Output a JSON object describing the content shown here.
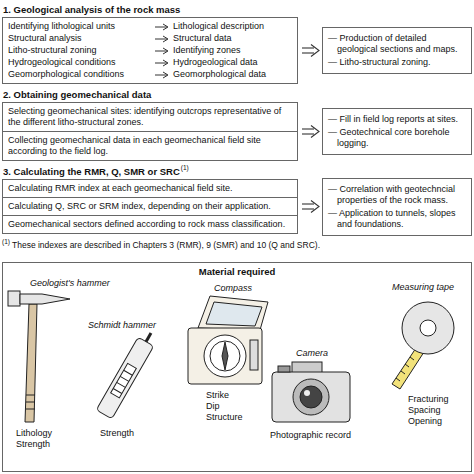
{
  "diagram": {
    "nodes": [
      {
        "text": [
          "1. Geological analysis of the rock mass",
          "Identifying lithological units",
          "Lithological description",
          "Structural analysis",
          "Structural data",
          "Litho-structural zoning",
          "Identifying zones",
          "Hydrogeological conditions",
          "Hydrogeological data",
          "Geomorphological conditions",
          "Geomorphological data"
        ]
      },
      {
        "text": [
          "— Production of detailed geological sections and maps.",
          "— Litho-structural zoning."
        ]
      },
      {
        "text": [
          "2. Obtaining geomechanical data"
        ]
      },
      {
        "text": [
          "Selecting geomechanical sites: identifying outcrops representative of the different litho-structural zones."
        ],
        "in": 2
      },
      {
        "text": [
          "Collecting geomechanical data in each geomechanical field site according to the field log."
        ],
        "in": 2
      },
      {
        "text": [
          "— Fill in field log reports at sites.",
          "— Geotechnical core borehole logging."
        ]
      },
      {
        "text": [
          "3. Calculating the RMR, Q, SMR or SRC"
        ]
      },
      {
        "text": [
          "Calculating RMR index at each geomechanical field site."
        ],
        "in": 6
      },
      {
        "text": [
          "Calculating Q, SRC or SRM index, depending on their application."
        ],
        "in": 6
      },
      {
        "text": [
          "Geomechanical sectors defined according to rock mass classification."
        ],
        "in": 6
      },
      {
        "text": [
          "— Correlation with geotechncial properties of the rock mass.",
          "— Application to tunnels, slopes and foundations."
        ]
      },
      {
        "text": [
          "Material required"
        ]
      }
    ],
    "edges": [
      {
        "from": 0,
        "to": 1,
        "arrow": "to"
      },
      {
        "from": 2,
        "to": 5,
        "arrow": "to"
      },
      {
        "from": 6,
        "to": 10,
        "arrow": "to"
      }
    ],
    "labels": [
      "(1)",
      "(1)",
      "These indexes are described in Chapters 3 (RMR), 9 (SMR) and 10 (Q and SRC).",
      "Geologist's hammer",
      "Lithology Strength",
      "Schmidt hammer",
      "Strength",
      "Compass",
      "Strike Dip Structure",
      "Camera",
      "Photographic record",
      "Measuring tape",
      "Fracturing Spacing Opening"
    ]
  }
}
